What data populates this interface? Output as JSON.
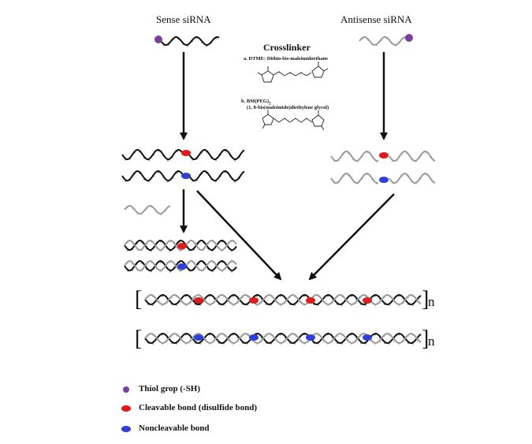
{
  "labels": {
    "sense": "Sense siRNA",
    "antisense": "Antisense siRNA",
    "crosslinker": "Crosslinker",
    "option_a": "a. DTME: Dithio-bis-maleimidoethane",
    "option_b_line1": "b. BM(PEG)",
    "option_b_sub": "2",
    "option_b_line2": "(1, 8-bis(maleimido)diethylene glycol)",
    "bracket_open": "[",
    "bracket_close": "]",
    "n": "n"
  },
  "legend": {
    "thiol": "Thiol grop (-SH)",
    "cleavable": "Cleavable bond (disulfide bond)",
    "noncleavable": "Noncleavable bond"
  },
  "colors": {
    "thiol": "#7a3ea0",
    "cleavable": "#e01b1b",
    "noncleavable": "#2f3fd8",
    "sense_strand": "#111111",
    "antisense_strand": "#9a9a9a"
  }
}
